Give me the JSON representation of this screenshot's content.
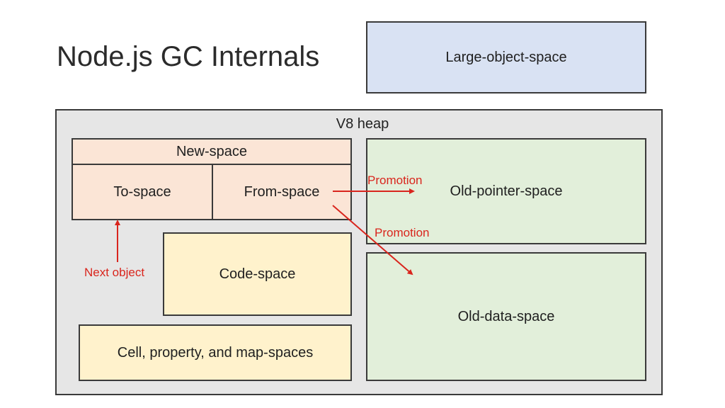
{
  "title": "Node.js GC Internals",
  "large_object_space": "Large-object-space",
  "heap": {
    "label": "V8 heap",
    "new_space": "New-space",
    "to_space": "To-space",
    "from_space": "From-space",
    "old_pointer_space": "Old-pointer-space",
    "old_data_space": "Old-data-space",
    "code_space": "Code-space",
    "cell_space": "Cell, property, and map-spaces"
  },
  "annotations": {
    "promotion_1": "Promotion",
    "promotion_2": "Promotion",
    "next_object": "Next object"
  },
  "colors": {
    "arrow": "#d9251d",
    "heap_bg": "#e6e6e6",
    "large_object_bg": "#d9e2f3",
    "new_space_bg": "#fbe5d6",
    "old_space_bg": "#e2efda",
    "code_space_bg": "#fff2cc"
  }
}
